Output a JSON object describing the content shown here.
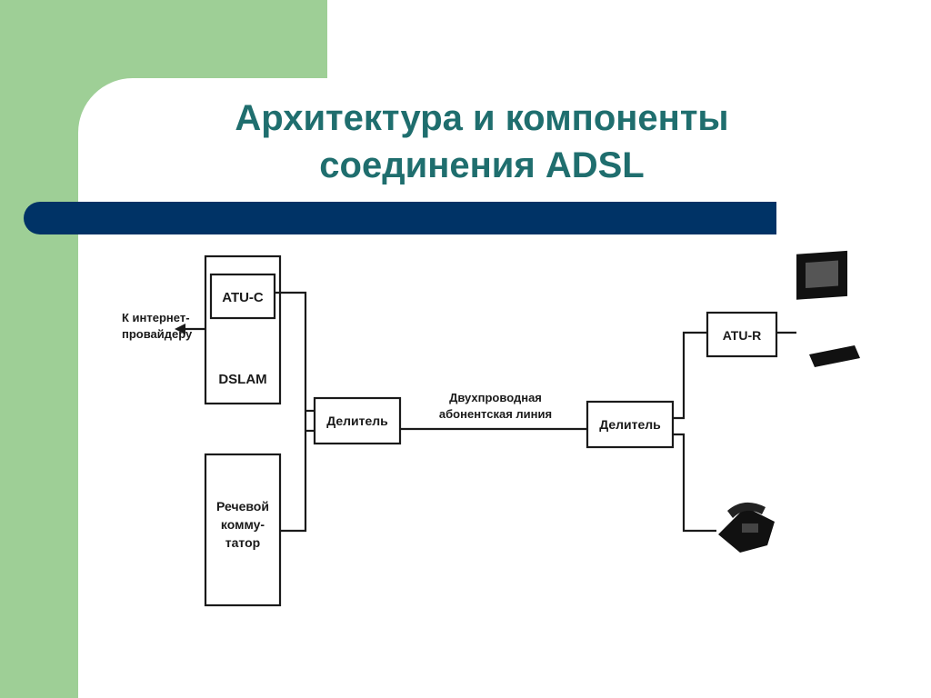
{
  "slide": {
    "title_line1": "Архитектура и компоненты",
    "title_line2": "соединения ADSL",
    "colors": {
      "side_accent": "#9ecf96",
      "bar": "#003366",
      "title": "#1f6e6e",
      "ink": "#1a1a1a"
    }
  },
  "diagram": {
    "isp_label_line1": "К интернет-",
    "isp_label_line2": "провайдеру",
    "atu_c": "ATU-C",
    "dslam": "DSLAM",
    "switch_line1": "Речевой",
    "switch_line2": "комму-",
    "switch_line3": "татор",
    "splitter_left": "Делитель",
    "splitter_right": "Делитель",
    "line_label_line1": "Двухпроводная",
    "line_label_line2": "абонентская линия",
    "atu_r": "ATU-R",
    "computer_icon": "computer-icon",
    "telephone_icon": "telephone-icon"
  }
}
